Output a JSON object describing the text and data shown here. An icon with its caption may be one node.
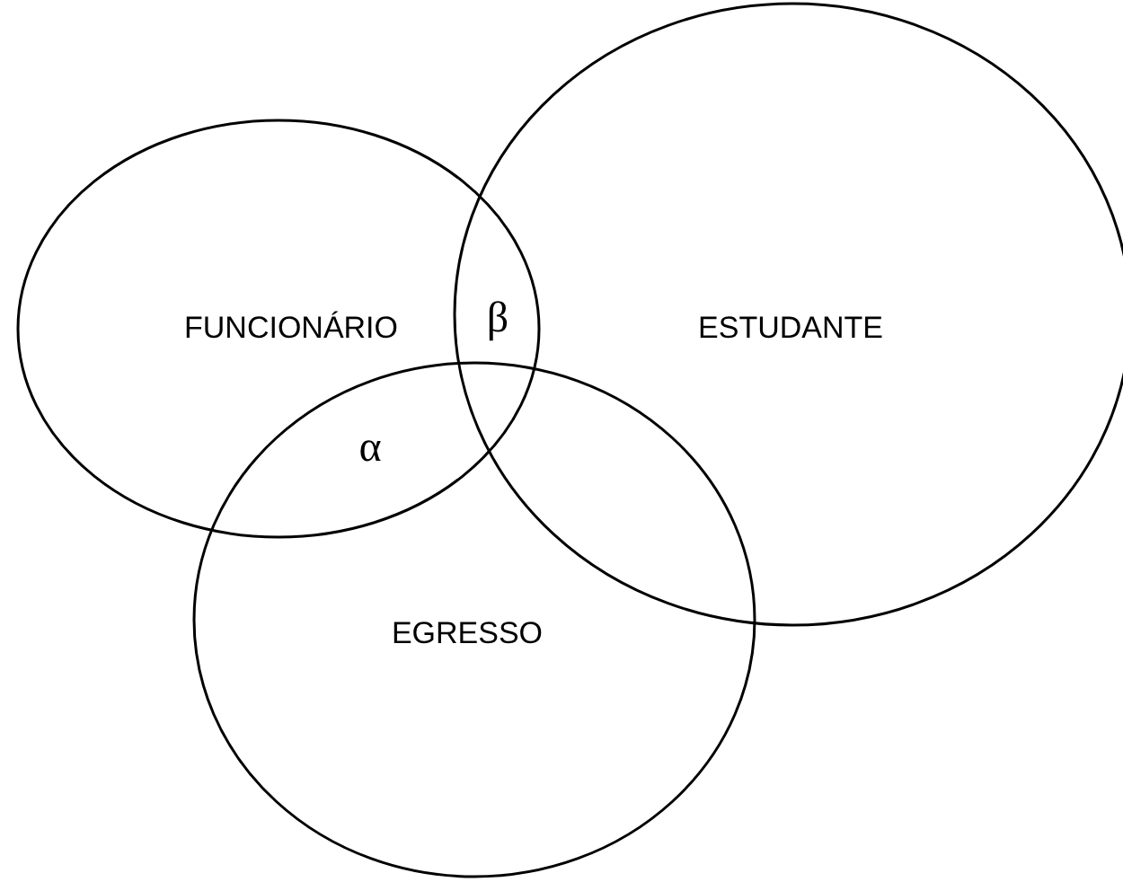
{
  "diagram": {
    "nodes": [
      {
        "text": [
          "FUNCIONÁRIO"
        ]
      },
      {
        "text": [
          "ESTUDANTE"
        ]
      },
      {
        "text": [
          "EGRESSO"
        ]
      }
    ],
    "labels": [
      "β",
      "α"
    ]
  }
}
